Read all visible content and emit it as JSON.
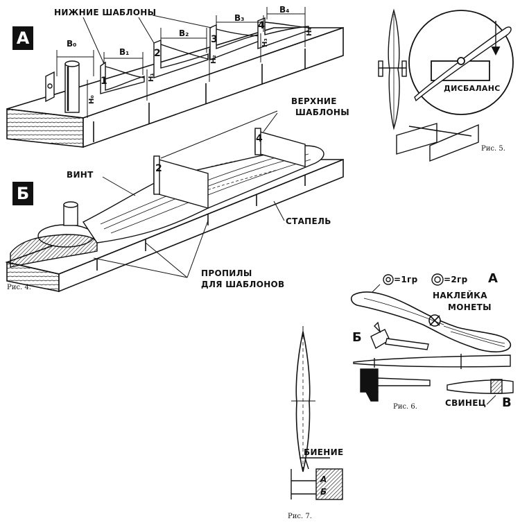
{
  "fig4": {
    "panel_a": "А",
    "panel_b": "Б",
    "lower_templates": "НИЖНИЕ ШАБЛОНЫ",
    "upper_templates_l1": "ВЕРХНИЕ",
    "upper_templates_l2": "ШАБЛОНЫ",
    "propeller": "ВИНТ",
    "slipway": "СТАПЕЛЬ",
    "saw_cuts_l1": "ПРОПИЛЫ",
    "saw_cuts_l2": "ДЛЯ ШАБЛОНОВ",
    "caption": "Рис. 4.",
    "dims": {
      "b0": "B₀",
      "b1": "B₁",
      "b2": "B₂",
      "b3": "B₃",
      "b4": "B₄",
      "h0": "H₀",
      "h1": "H₁",
      "h2": "H₂",
      "h3": "H₃",
      "h4": "H₄"
    },
    "template_numbers": {
      "n1": "1",
      "n2": "2",
      "n3": "3",
      "n4": "4",
      "n2b": "2",
      "n4b": "4"
    }
  },
  "fig5": {
    "imbalance": "ДИСБАЛАНС",
    "caption": "Рис. 5."
  },
  "fig6": {
    "coin1": "=1гр",
    "coin2": "=2гр",
    "panel_a": "А",
    "coin_sticking_l1": "НАКЛЕЙКА",
    "coin_sticking_l2": "МОНЕТЫ",
    "panel_b": "Б",
    "lead": "СВИНЕЦ",
    "panel_v": "В",
    "caption": "Рис. 6."
  },
  "fig7": {
    "runout": "БИЕНИЕ",
    "mark_a": "А",
    "mark_b": "Б",
    "caption": "Рис. 7."
  },
  "colors": {
    "ink": "#111111",
    "paper": "#ffffff"
  }
}
